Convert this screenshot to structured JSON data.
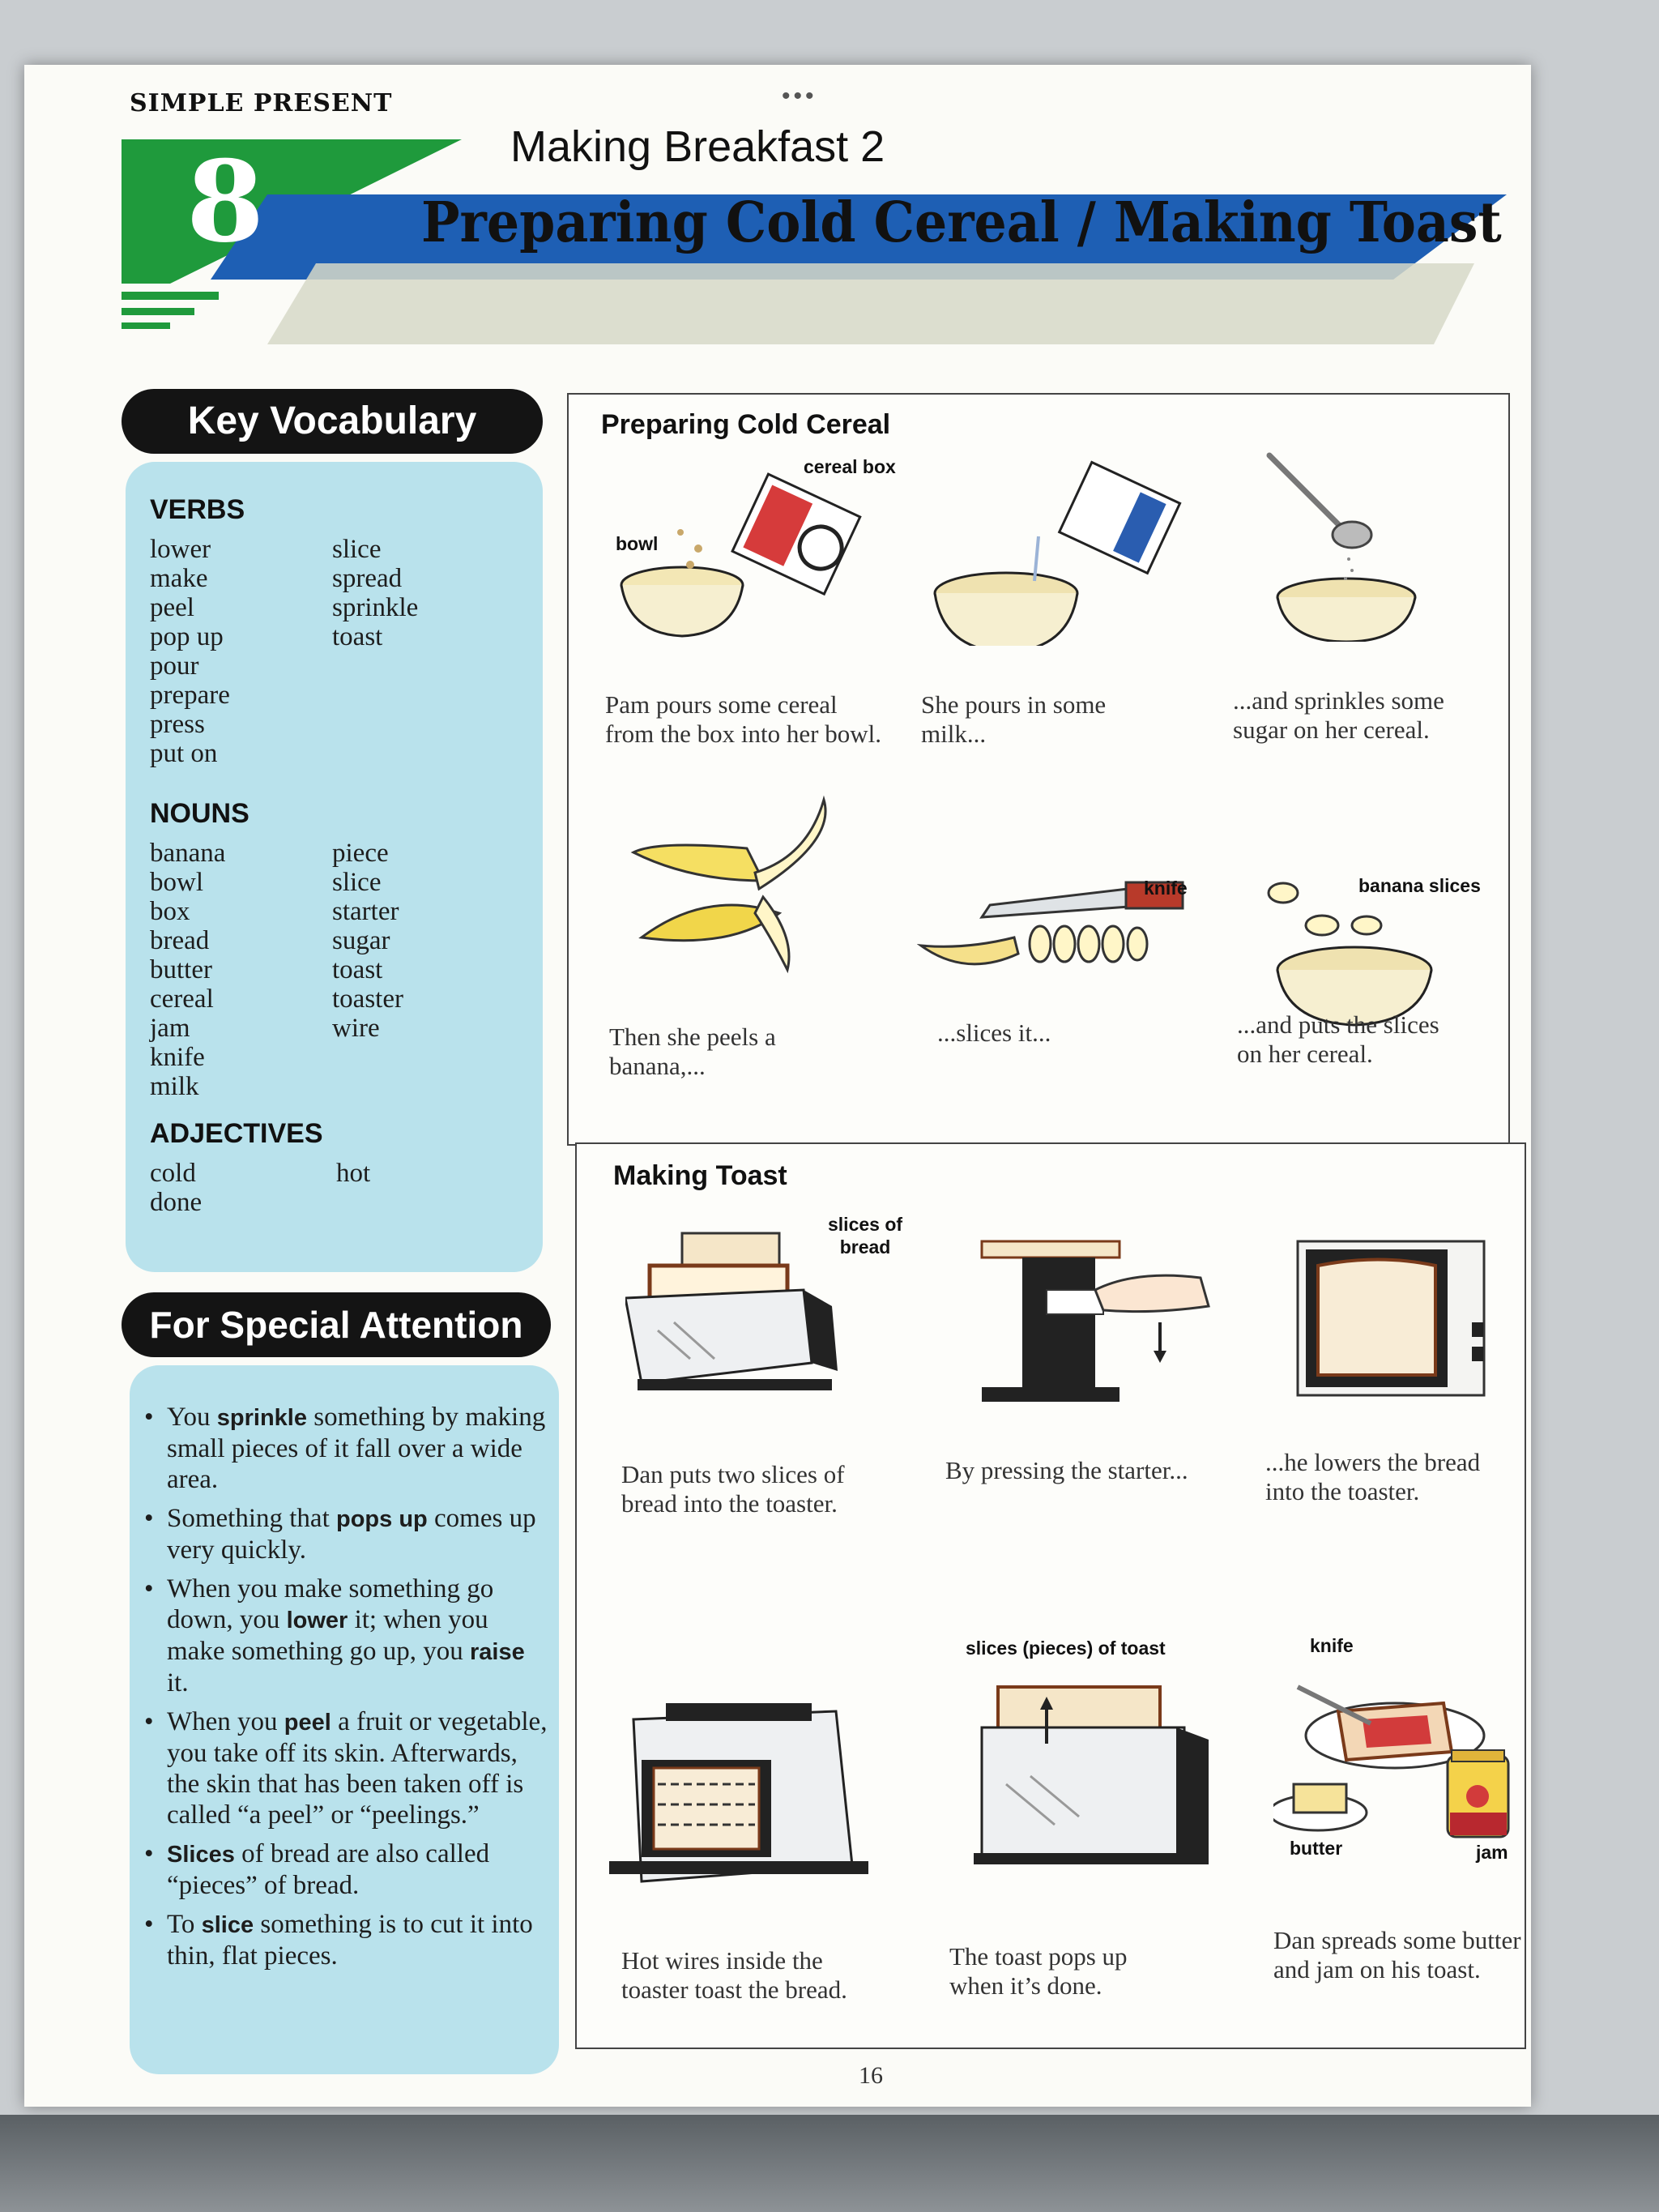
{
  "header": {
    "section": "SIMPLE PRESENT",
    "dots": "•••",
    "chapter_number": "8",
    "subtitle": "Making Breakfast 2",
    "title": "Preparing Cold Cereal / Making Toast"
  },
  "key_vocabulary": {
    "heading": "Key Vocabulary",
    "verbs": {
      "heading": "VERBS",
      "col1": [
        "lower",
        "make",
        "peel",
        "pop up",
        "pour",
        "prepare",
        "press",
        "put on"
      ],
      "col2": [
        "slice",
        "spread",
        "sprinkle",
        "toast"
      ]
    },
    "nouns": {
      "heading": "NOUNS",
      "col1": [
        "banana",
        "bowl",
        "box",
        "bread",
        "butter",
        "cereal",
        "jam",
        "knife",
        "milk"
      ],
      "col2": [
        "piece",
        "slice",
        "starter",
        "sugar",
        "toast",
        "toaster",
        "wire"
      ]
    },
    "adjectives": {
      "heading": "ADJECTIVES",
      "col1": [
        "cold",
        "done"
      ],
      "col2": [
        "hot"
      ]
    }
  },
  "special_attention": {
    "heading": "For Special Attention",
    "items": [
      {
        "pre": "You ",
        "bold": "sprinkle",
        "post": " something by making small pieces of it fall over a wide area."
      },
      {
        "pre": "Something that ",
        "bold": "pops up",
        "post": " comes up very quickly."
      },
      {
        "pre": "When you make something go down, you ",
        "bold": "lower",
        "post": " it; when you make something go up, you ",
        "bold2": "raise",
        "post2": " it."
      },
      {
        "pre": "When you ",
        "bold": "peel",
        "post": " a fruit or vegetable, you take off its skin. Afterwards, the skin that has been taken off is called “a peel” or “peelings.”"
      },
      {
        "pre": "",
        "bold": "Slices",
        "post": " of bread are also called “pieces” of bread."
      },
      {
        "pre": "To ",
        "bold": "slice",
        "post": " something is to cut it into thin, flat pieces."
      }
    ]
  },
  "cereal_panel": {
    "title": "Preparing Cold Cereal",
    "labels": {
      "cereal_box": "cereal box",
      "bowl": "bowl",
      "knife": "knife",
      "banana_slices": "banana slices"
    },
    "captions": [
      [
        "Pam pours some cereal",
        "from the box into her bowl."
      ],
      [
        "She pours in some",
        "milk..."
      ],
      [
        "...and sprinkles some",
        "sugar on her cereal."
      ],
      [
        "Then she peels a",
        "banana,..."
      ],
      [
        "...slices it..."
      ],
      [
        "...and puts the slices",
        "on her cereal."
      ]
    ]
  },
  "toast_panel": {
    "title": "Making Toast",
    "labels": {
      "slices_of_bread_1": "slices of",
      "slices_of_bread_2": "bread",
      "slices_of_toast": "slices (pieces) of toast",
      "knife": "knife",
      "butter": "butter",
      "jam": "jam"
    },
    "captions": [
      [
        "Dan puts two slices of",
        "bread into the toaster."
      ],
      [
        "By pressing the starter..."
      ],
      [
        "...he lowers the bread",
        "into the toaster."
      ],
      [
        "Hot wires inside the",
        "toaster toast the bread."
      ],
      [
        "The toast pops up",
        "when it’s done."
      ],
      [
        "Dan spreads some butter",
        "and jam on his toast."
      ]
    ]
  },
  "page_number": "16",
  "colors": {
    "green": "#1f9a3c",
    "blue": "#1e5fb4",
    "light_blue": "#b9e2ec",
    "pill": "#141414"
  }
}
